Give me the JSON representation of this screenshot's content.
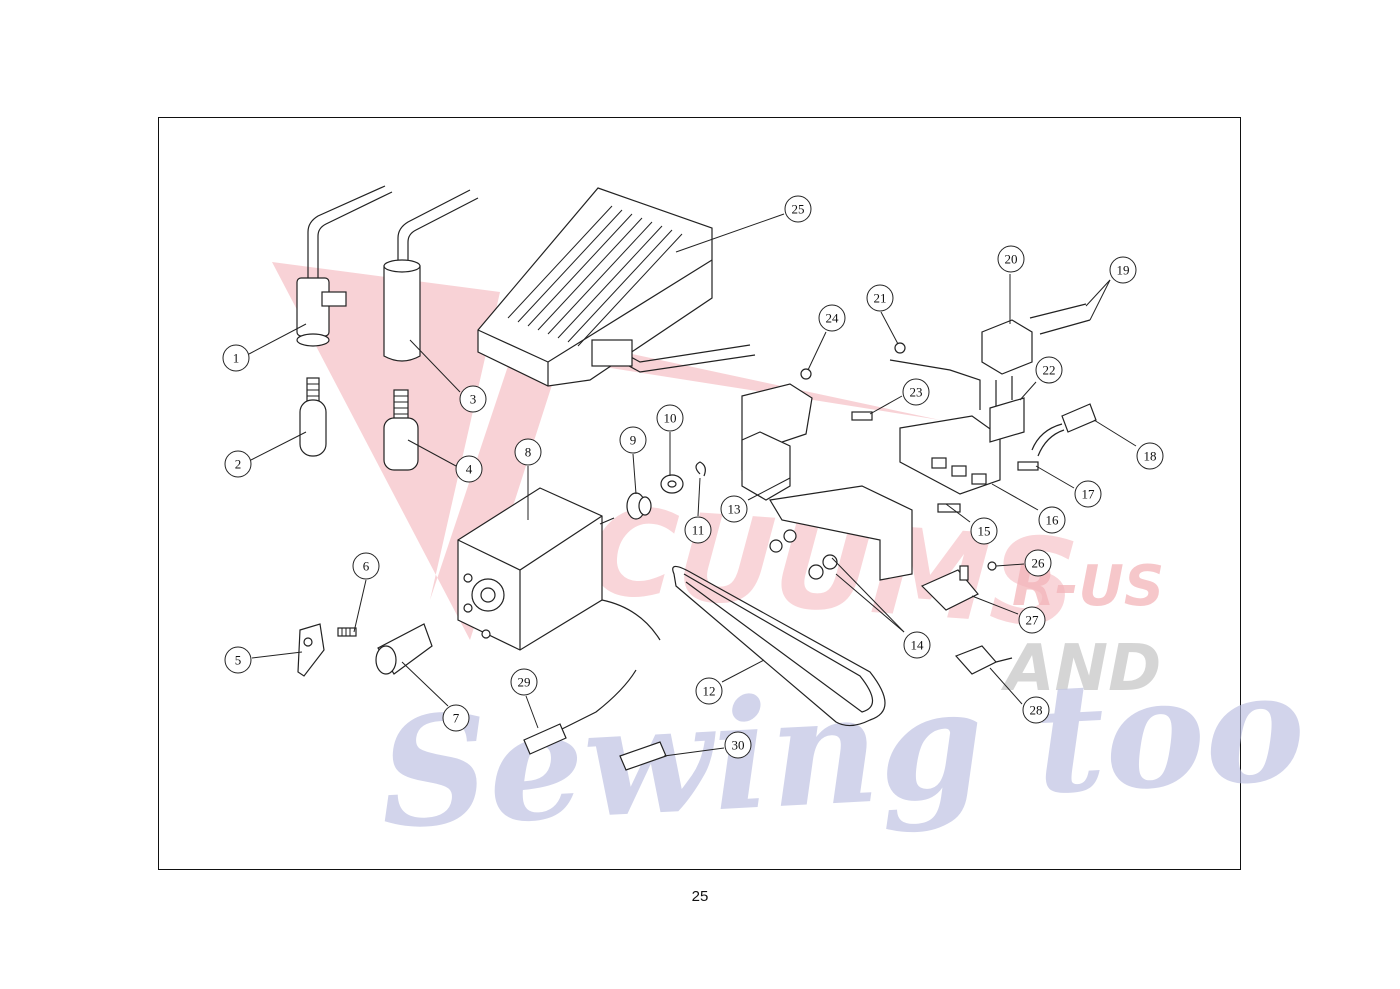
{
  "page_number": "25",
  "watermark": {
    "word_1": "ACUUMS",
    "word_2": "R-US",
    "word_3": "AND",
    "word_4": "Sewing too",
    "color_red": "#f2a7ad",
    "color_blue": "#b9bde0",
    "color_gray": "#c9c9c9"
  },
  "callouts": [
    {
      "label": "1"
    },
    {
      "label": "2"
    },
    {
      "label": "3"
    },
    {
      "label": "4"
    },
    {
      "label": "5"
    },
    {
      "label": "6"
    },
    {
      "label": "7"
    },
    {
      "label": "8"
    },
    {
      "label": "9"
    },
    {
      "label": "10"
    },
    {
      "label": "11"
    },
    {
      "label": "12"
    },
    {
      "label": "13"
    },
    {
      "label": "14"
    },
    {
      "label": "15"
    },
    {
      "label": "16"
    },
    {
      "label": "17"
    },
    {
      "label": "18"
    },
    {
      "label": "19"
    },
    {
      "label": "20"
    },
    {
      "label": "21"
    },
    {
      "label": "22"
    },
    {
      "label": "23"
    },
    {
      "label": "24"
    },
    {
      "label": "25"
    },
    {
      "label": "26"
    },
    {
      "label": "27"
    },
    {
      "label": "28"
    },
    {
      "label": "29"
    },
    {
      "label": "30"
    }
  ]
}
